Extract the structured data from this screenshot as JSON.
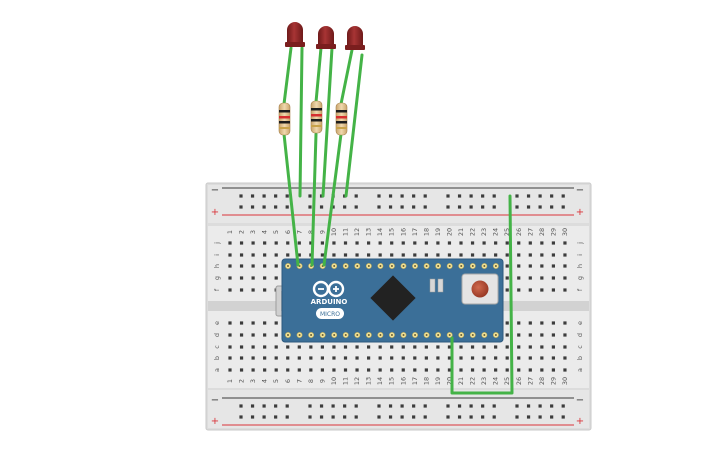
{
  "breadboard": {
    "columns": [
      "1",
      "2",
      "3",
      "4",
      "5",
      "6",
      "7",
      "8",
      "9",
      "10",
      "11",
      "12",
      "13",
      "14",
      "15",
      "16",
      "17",
      "18",
      "19",
      "20",
      "21",
      "22",
      "23",
      "24",
      "25",
      "26",
      "27",
      "28",
      "29",
      "30"
    ],
    "rows_top": [
      "j",
      "i",
      "h",
      "g",
      "f"
    ],
    "rows_bottom": [
      "e",
      "d",
      "c",
      "b",
      "a"
    ],
    "rail_minus": "−",
    "rail_plus": "+"
  },
  "board": {
    "brand": "ARDUINO",
    "model": "MICRO"
  },
  "colors": {
    "wire": "#44b347",
    "board": "#3b6f98",
    "led": "#8e2424",
    "rail_red": "#d9343a",
    "rail_dark": "#3a3a3a"
  },
  "components": {
    "leds": 3,
    "resistors": 3,
    "button": 1
  }
}
